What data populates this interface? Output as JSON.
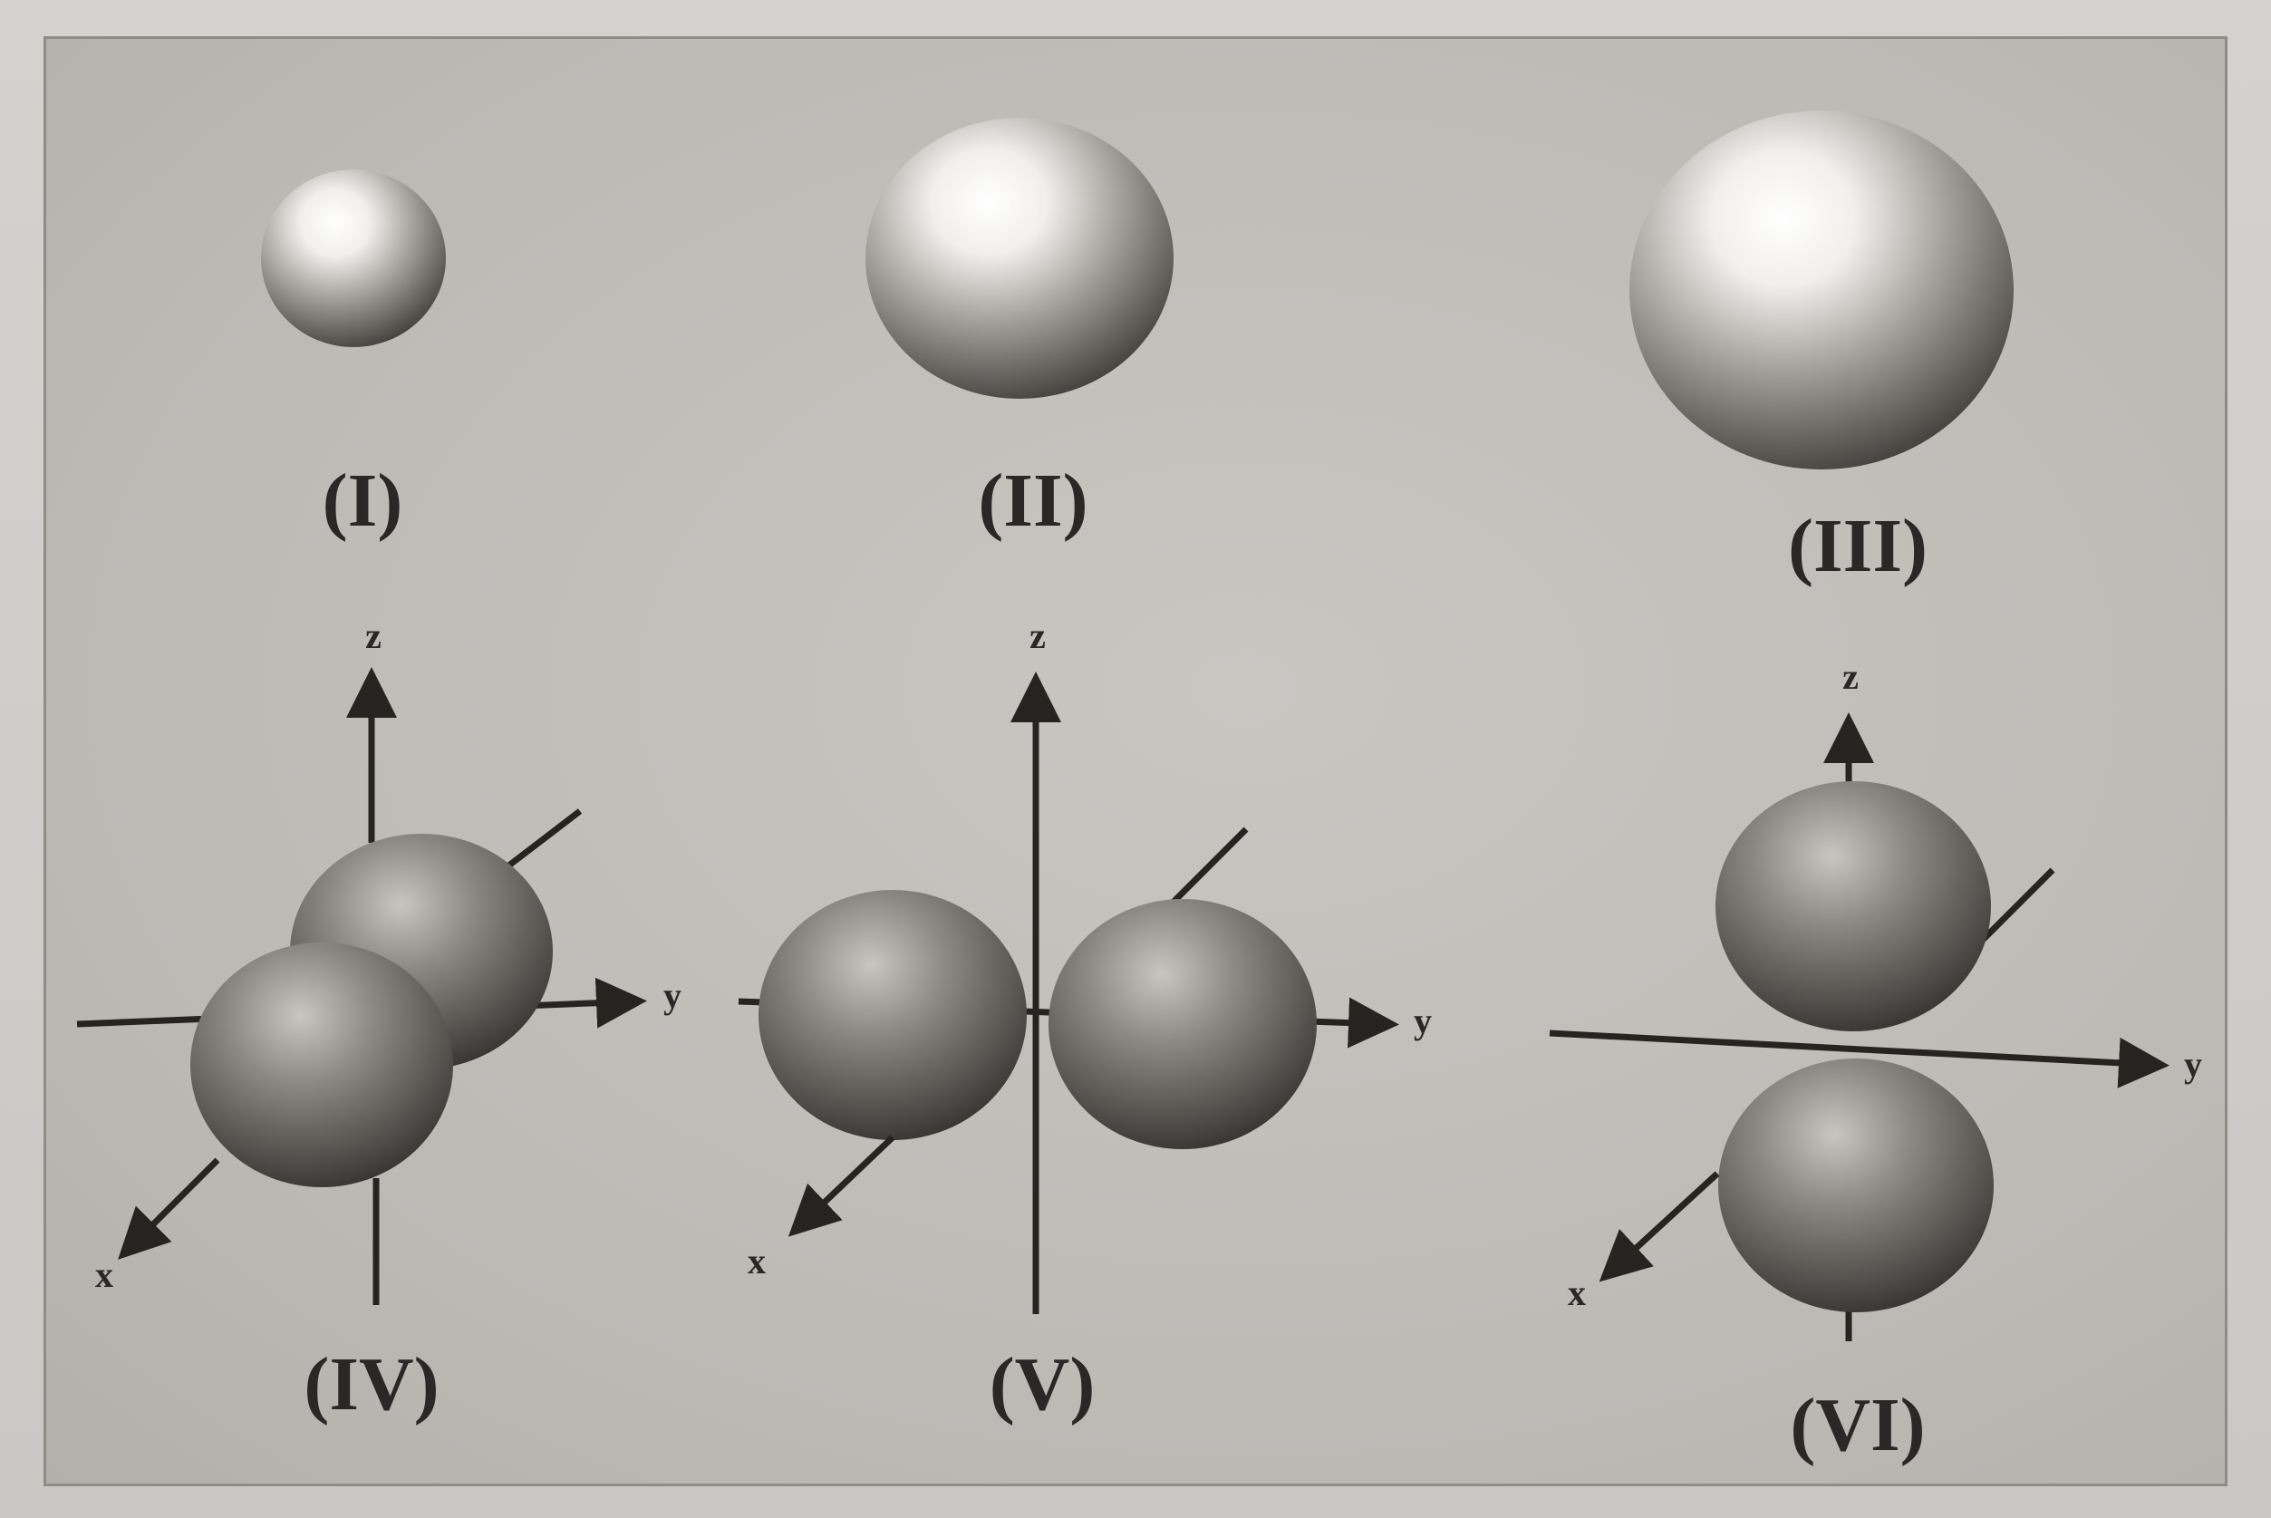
{
  "figure": {
    "orbitals": [
      {
        "id": "I",
        "label": "(I)",
        "shape": "sphere"
      },
      {
        "id": "II",
        "label": "(II)",
        "shape": "sphere"
      },
      {
        "id": "III",
        "label": "(III)",
        "shape": "sphere"
      },
      {
        "id": "IV",
        "label": "(IV)",
        "shape": "dumbbell",
        "axis": "x"
      },
      {
        "id": "V",
        "label": "(V)",
        "shape": "dumbbell",
        "axis": "y"
      },
      {
        "id": "VI",
        "label": "(VI)",
        "shape": "dumbbell",
        "axis": "z"
      }
    ],
    "axis_labels": {
      "x": "x",
      "y": "y",
      "z": "z"
    }
  }
}
